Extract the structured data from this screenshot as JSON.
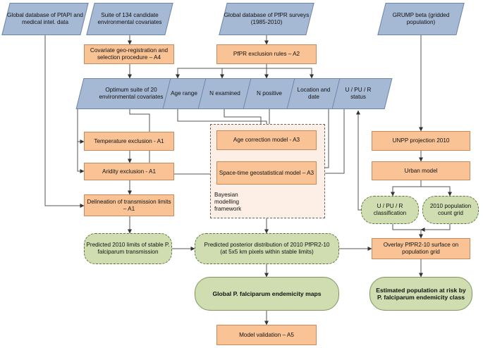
{
  "inputs": {
    "malaria_api_db": "Global database of PfAPI and medical intel. data",
    "covariates_suite": "Suite of 134 candidate environmental covariates",
    "pfpr_surveys": "Global database of PfPR surveys (1985-2010)",
    "grump": "GRUMP beta (gridded population)"
  },
  "covariate_georeg": "Covariate geo-registration and selection procedure – A4",
  "pfpr_exclusion": "PfPR exclusion rules – A2",
  "band": {
    "optimum_suite": "Optimum suite of 20 environmental covariates",
    "age_range": "Age range",
    "n_examined": "N examined",
    "n_positive": "N positive",
    "location_date": "Location and date",
    "urban_status": "U / PU / R status"
  },
  "temperature_exclusion": "Temperature exclusion - A1",
  "aridity_exclusion": "Aridity exclusion - A1",
  "delineation": "Delineation of transmission limits – A1",
  "age_correction": "Age correction model - A3",
  "space_time_model": "Space-time geostatistical model – A3",
  "bayesian_framework": "Bayesian modelling framework",
  "unpp_projection": "UNPP projection 2010",
  "urban_model": "Urban model",
  "upur_classification": "U / PU / R classification",
  "pop_count_grid": "2010 population count grid",
  "predicted_limits": "Predicted 2010 limits of stable P. falciparum transmission",
  "posterior_distribution": "Predicted posterior distribution of 2010 PfPR2-10 (at 5x5 km pixels within stable limits)",
  "overlay": "Overlay PfPR2-10 surface on population grid",
  "endemicity_maps": "Global P. falciparum endemicity maps",
  "population_at_risk": "Estimated population at risk by P. falciparum endemicity class",
  "model_validation": "Model validation – A5",
  "colors": {
    "input_fill": "#a5b8d4",
    "process_fill": "#fac396",
    "output_fill": "#cfddb1",
    "framework_fill": "#fdefe5"
  }
}
